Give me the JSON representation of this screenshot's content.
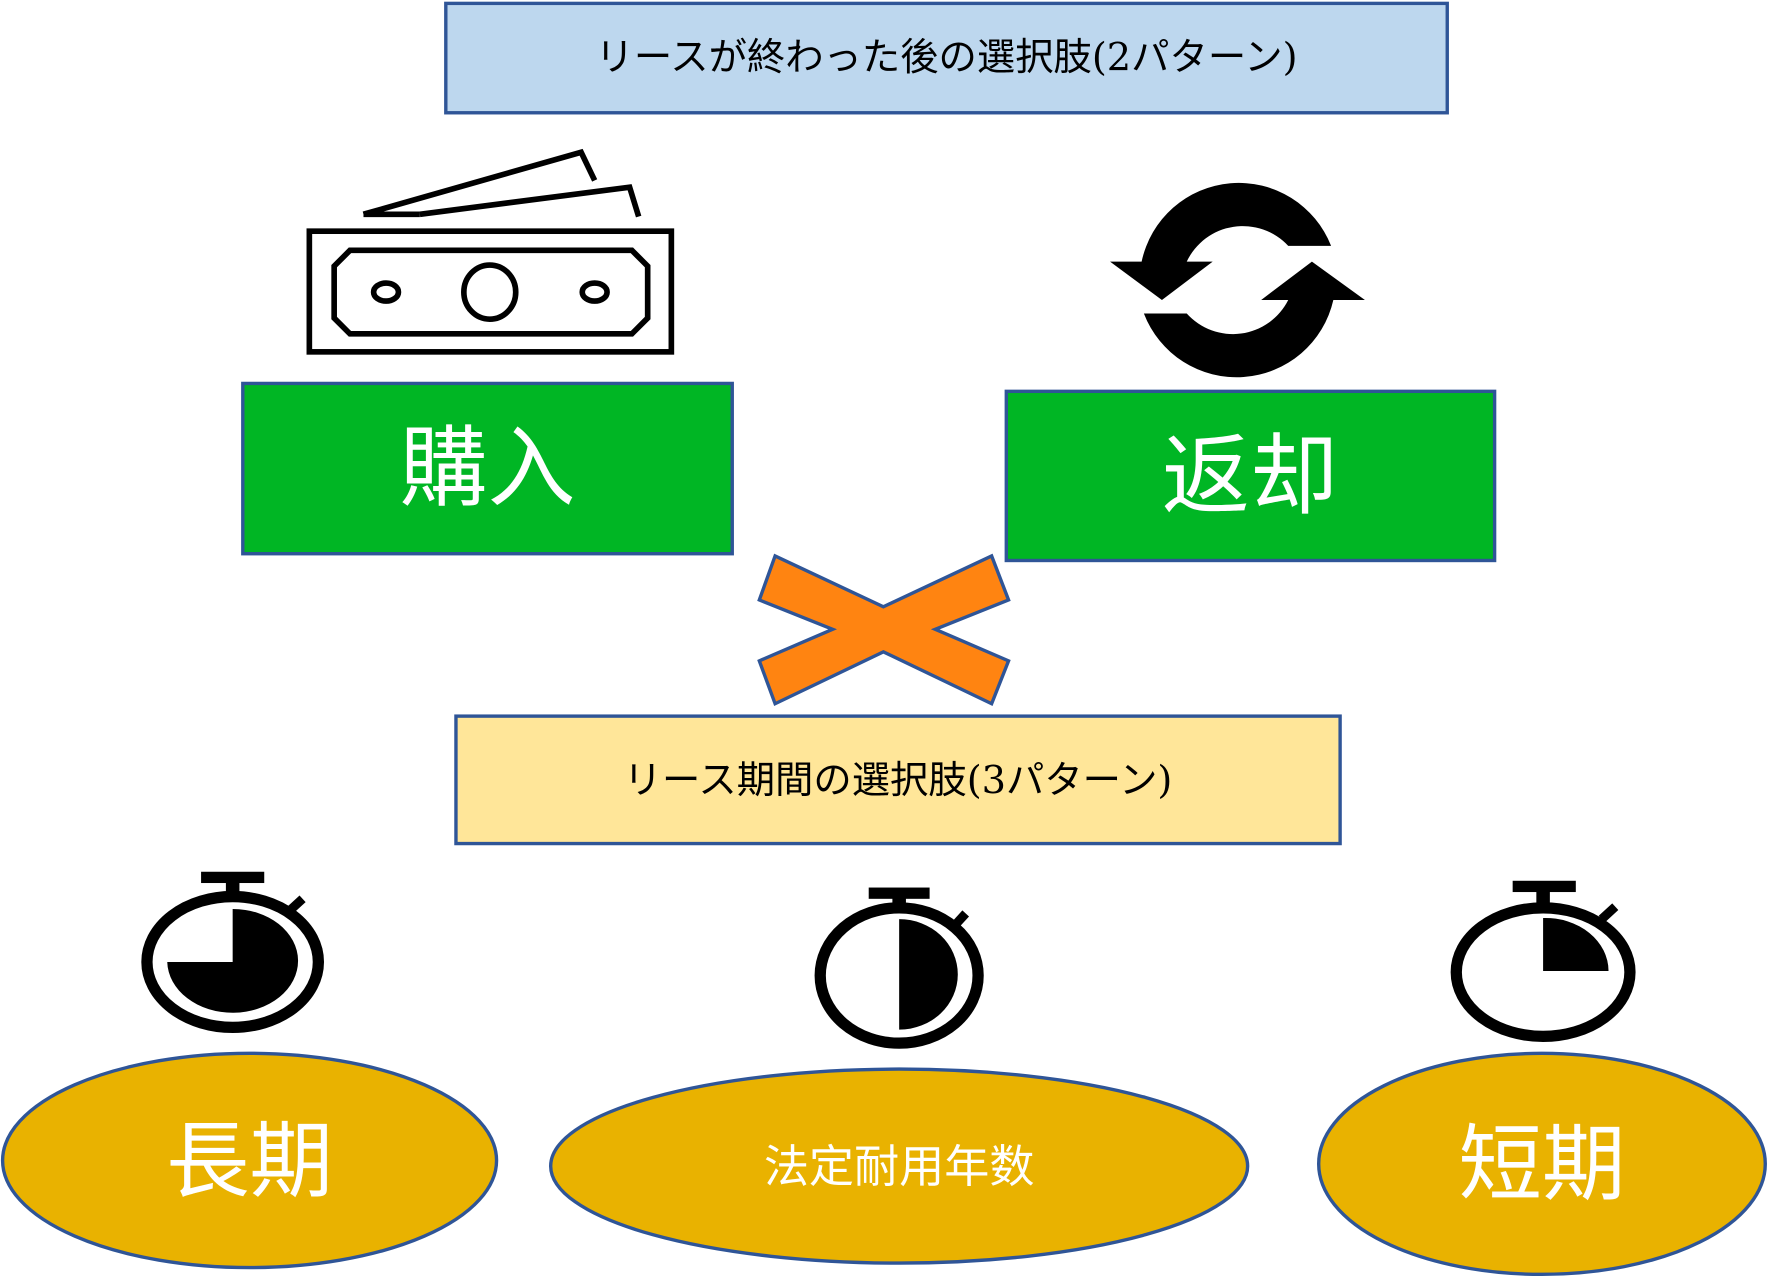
{
  "title": "リースが終わった後の選択肢(2パターン)",
  "options": [
    {
      "label": "購入",
      "icon": "money-icon"
    },
    {
      "label": "返却",
      "icon": "refresh-icon"
    }
  ],
  "combine_symbol_icon": "cross-icon",
  "subtitle": "リース期間の選択肢(3パターン)",
  "periods": [
    {
      "label": "長期",
      "icon": "stopwatch-three-quarter-icon",
      "fill_fraction": 0.75
    },
    {
      "label": "法定耐用年数",
      "icon": "stopwatch-half-icon",
      "fill_fraction": 0.5
    },
    {
      "label": "短期",
      "icon": "stopwatch-quarter-icon",
      "fill_fraction": 0.25
    }
  ],
  "colors": {
    "title_fill": "#BDD7EE",
    "subtitle_fill": "#FFE699",
    "green": "#00B624",
    "orange": "#FF8411",
    "gold": "#E9B200",
    "border": "#2F5597"
  }
}
